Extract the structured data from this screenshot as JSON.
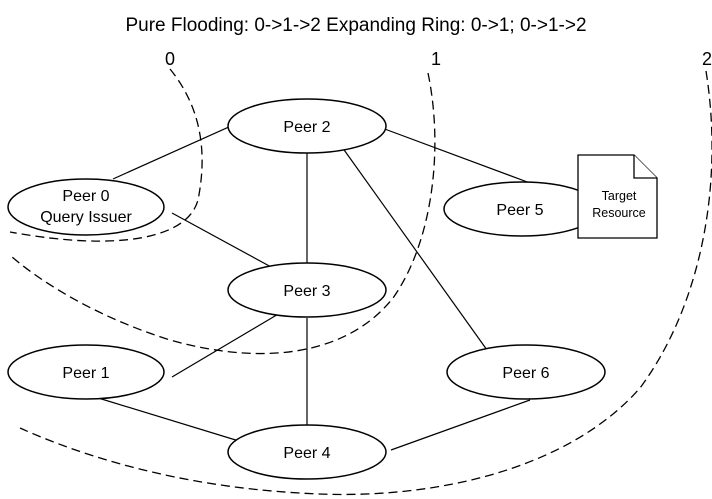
{
  "title": "Pure Flooding: 0->1->2 Expanding Ring: 0->1; 0->1->2",
  "rings": [
    {
      "id": "0",
      "label": "0"
    },
    {
      "id": "1",
      "label": "1"
    },
    {
      "id": "2",
      "label": "2"
    }
  ],
  "nodes": {
    "peer0": {
      "line1": "Peer 0",
      "line2": "Query Issuer"
    },
    "peer1": {
      "label": "Peer 1"
    },
    "peer2": {
      "label": "Peer 2"
    },
    "peer3": {
      "label": "Peer 3"
    },
    "peer4": {
      "label": "Peer 4"
    },
    "peer5": {
      "label": "Peer 5"
    },
    "peer6": {
      "label": "Peer 6"
    }
  },
  "target": {
    "line1": "Target",
    "line2": "Resource"
  },
  "edges": [
    [
      "peer0",
      "peer2"
    ],
    [
      "peer0",
      "peer3"
    ],
    [
      "peer2",
      "peer3"
    ],
    [
      "peer2",
      "peer5"
    ],
    [
      "peer2",
      "peer6"
    ],
    [
      "peer3",
      "peer1"
    ],
    [
      "peer3",
      "peer4"
    ],
    [
      "peer1",
      "peer4"
    ],
    [
      "peer4",
      "peer6"
    ]
  ]
}
